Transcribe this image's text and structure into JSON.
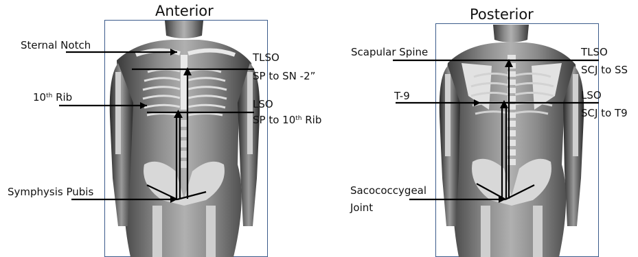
{
  "anterior": {
    "title": "Anterior",
    "label_sternal_notch": "Sternal Notch",
    "label_tenth_rib_num": "10",
    "label_tenth_rib_sup": "th",
    "label_tenth_rib_word": " Rib",
    "label_symphysis_pubis": "Symphysis Pubis",
    "tlso_title": "TLSO",
    "tlso_measure": "SP to SN -2”",
    "lso_title": "LSO",
    "lso_measure_prefix": "SP to 10",
    "lso_measure_sup": "th",
    "lso_measure_suffix": " Rib"
  },
  "posterior": {
    "title": "Posterior",
    "label_scapular_spine": "Scapular Spine",
    "label_t9": "T-9",
    "label_sacrococcygeal_line1": "Sacococcygeal",
    "label_sacrococcygeal_line2": "Joint",
    "tlso_title": "TLSO",
    "tlso_measure": "SCJ to SS",
    "lso_title": "LSO",
    "lso_measure": "SCJ to T9"
  }
}
